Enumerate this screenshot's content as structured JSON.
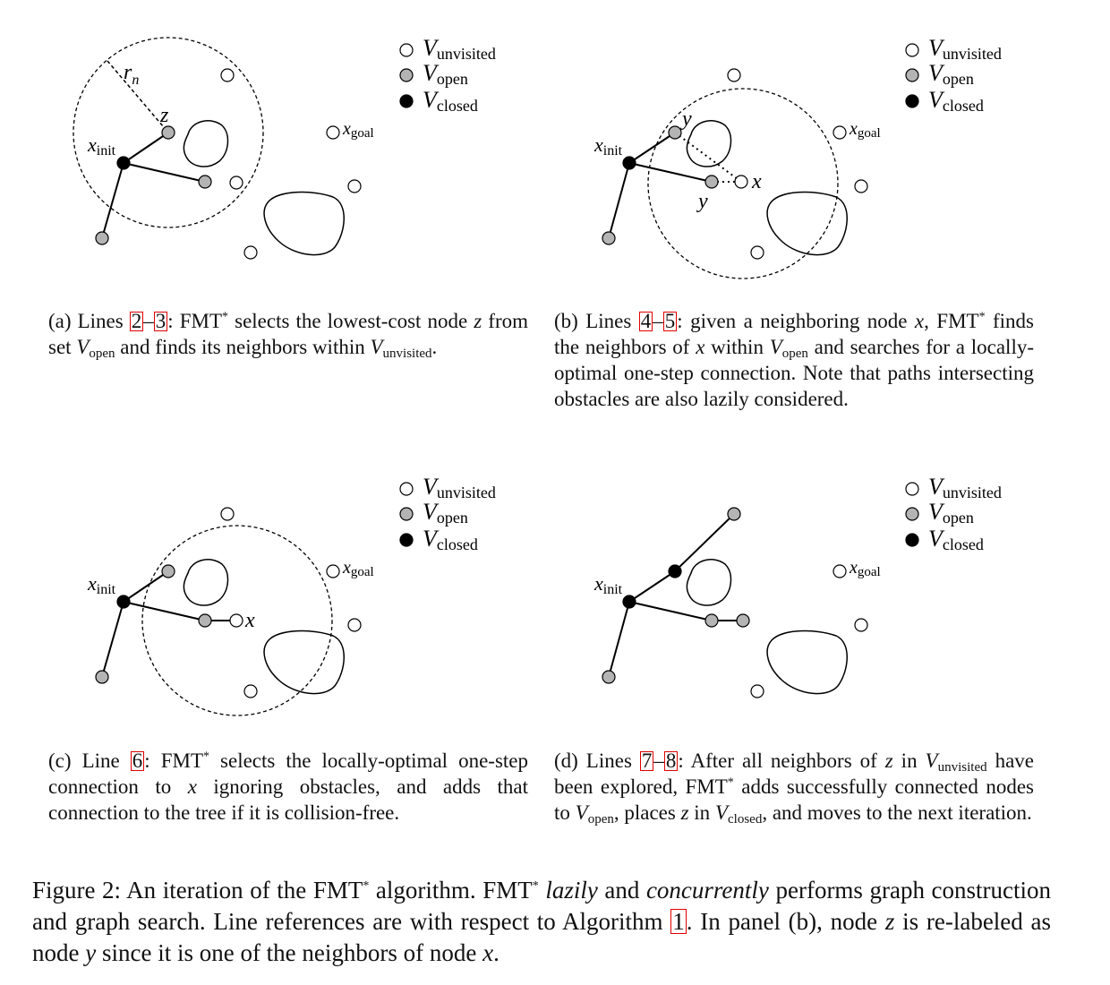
{
  "legend": {
    "unvisited": "unvisited",
    "open": "open",
    "closed": "closed",
    "v_symbol": "V"
  },
  "labels": {
    "x_init_base": "x",
    "x_init_sub": "init",
    "x_goal_base": "x",
    "x_goal_sub": "goal",
    "r_base": "r",
    "r_sub": "n",
    "z": "z",
    "y": "y",
    "x": "x"
  },
  "captions": {
    "a": {
      "tag": "(a) Lines",
      "ref1": "2",
      "dash": "–",
      "ref2": "3",
      "colon": ":",
      "text1": " FMT",
      "star": "*",
      "text2": " selects the lowest-cost node ",
      "var_z": "z",
      "text3": " from set ",
      "var_v": "V",
      "sub_open": "open",
      "text4": " and finds its neighbors within ",
      "var_v2": "V",
      "sub_unvisited": "unvisited",
      "period": "."
    },
    "b": {
      "tag": "(b) Lines",
      "ref1": "4",
      "dash": "–",
      "ref2": "5",
      "colon": ":",
      "text1": " given a neighboring node ",
      "var_x": "x",
      "text2": ", FMT",
      "star": "*",
      "text3": " finds the neighbors of ",
      "var_x2": "x",
      "text4": " within ",
      "var_v": "V",
      "sub_open": "open",
      "text5": " and searches for a locally-optimal one-step connection. Note that paths intersecting obstacles are also lazily considered."
    },
    "c": {
      "tag": "(c) Line",
      "ref1": "6",
      "colon": ":",
      "text1": " FMT",
      "star": "*",
      "text2": " selects the locally-optimal one-step connection to ",
      "var_x": "x",
      "text3": " ignoring obstacles, and adds that connection to the tree if it is collision-free."
    },
    "d": {
      "tag": "(d) Lines",
      "ref1": "7",
      "dash": "–",
      "ref2": "8",
      "colon": ":",
      "text1": " After all neighbors of ",
      "var_z": "z",
      "text2": " in ",
      "var_v": "V",
      "sub_unvisited": "unvisited",
      "text3": " have been explored, FMT",
      "star": "*",
      "text4": " adds successfully connected nodes to ",
      "var_v2": "V",
      "sub_open": "open",
      "text5": ", places ",
      "var_z2": "z",
      "text6": " in ",
      "var_v3": "V",
      "sub_closed": "closed",
      "text7": ", and moves to the next iteration."
    }
  },
  "figure_caption": {
    "text1": "Figure 2: An iteration of the FMT",
    "star": "*",
    "text2": " algorithm. FMT",
    "star2": "*",
    "text3": " ",
    "em1": "lazily",
    "text4": " and ",
    "em2": "concurrently",
    "text5": " performs graph construction and graph search. Line references are with respect to Algorithm ",
    "ref": "1",
    "text6": ". In panel (b), node ",
    "var_z": "z",
    "text7": " is re-labeled as node ",
    "var_y": "y",
    "text8": " since it is one of the neighbors of node ",
    "var_x": "x",
    "text9": "."
  },
  "colors": {
    "open_fill": "#b4b4b4",
    "closed_fill": "#000000",
    "unvisited_fill": "#ffffff",
    "ref_box": "#e00000"
  }
}
